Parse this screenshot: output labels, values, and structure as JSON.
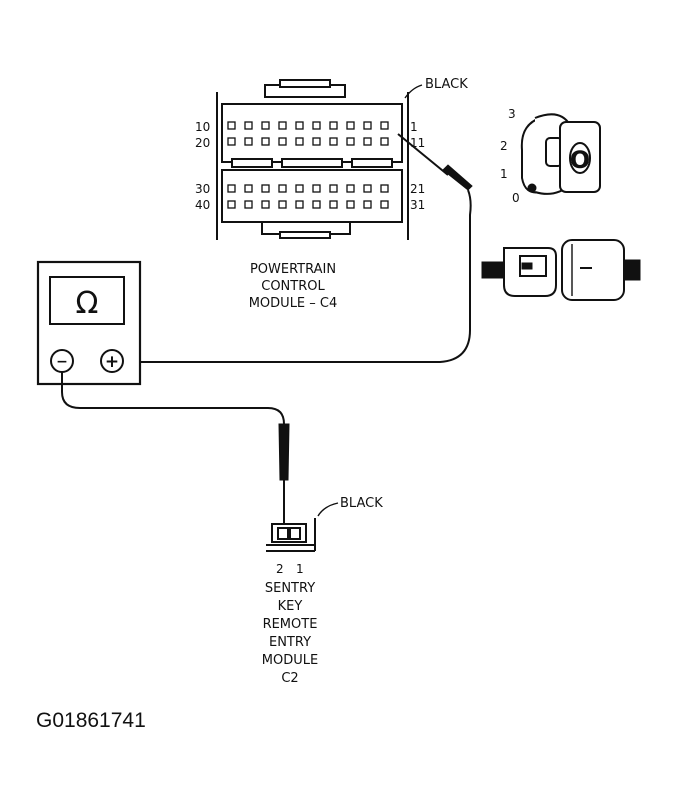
{
  "pcm": {
    "color_label": "BLACK",
    "pin_labels": {
      "row1_left": "10",
      "row2_left": "20",
      "row1_right": "1",
      "row2_right": "11",
      "row3_left": "30",
      "row4_left": "40",
      "row3_right": "21",
      "row4_right": "31"
    },
    "name_lines": [
      "POWERTRAIN",
      "CONTROL",
      "MODULE – C4"
    ]
  },
  "ignition": {
    "positions": [
      "3",
      "2",
      "1",
      "0"
    ],
    "key_letter": "O"
  },
  "meter": {
    "symbol": "Ω",
    "neg_symbol": "−",
    "pos_symbol": "+"
  },
  "skrem": {
    "color_label": "BLACK",
    "pins": [
      "2",
      "1"
    ],
    "name_lines": [
      "SENTRY",
      "KEY",
      "REMOTE",
      "ENTRY",
      "MODULE",
      "C2"
    ]
  },
  "figure_id": "G01861741"
}
